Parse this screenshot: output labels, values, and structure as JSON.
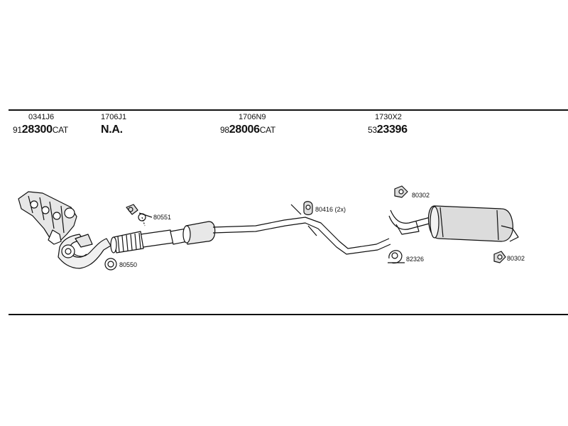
{
  "header_columns": [
    {
      "code": "0341J6",
      "prefix": "91",
      "main": "28300",
      "suffix": "CAT"
    },
    {
      "code": "1706J1",
      "prefix": "",
      "main": "N.A.",
      "suffix": ""
    },
    {
      "code": "1706N9",
      "prefix": "98",
      "main": "28006",
      "suffix": "CAT"
    },
    {
      "code": "1730X2",
      "prefix": "53",
      "main": "23396",
      "suffix": ""
    }
  ],
  "part_labels": {
    "p80551": "80551",
    "p80550": "80550",
    "p80416": "80416 (2x)",
    "p82326": "82326",
    "p80302_top": "80302",
    "p80302_bottom": "80302"
  }
}
